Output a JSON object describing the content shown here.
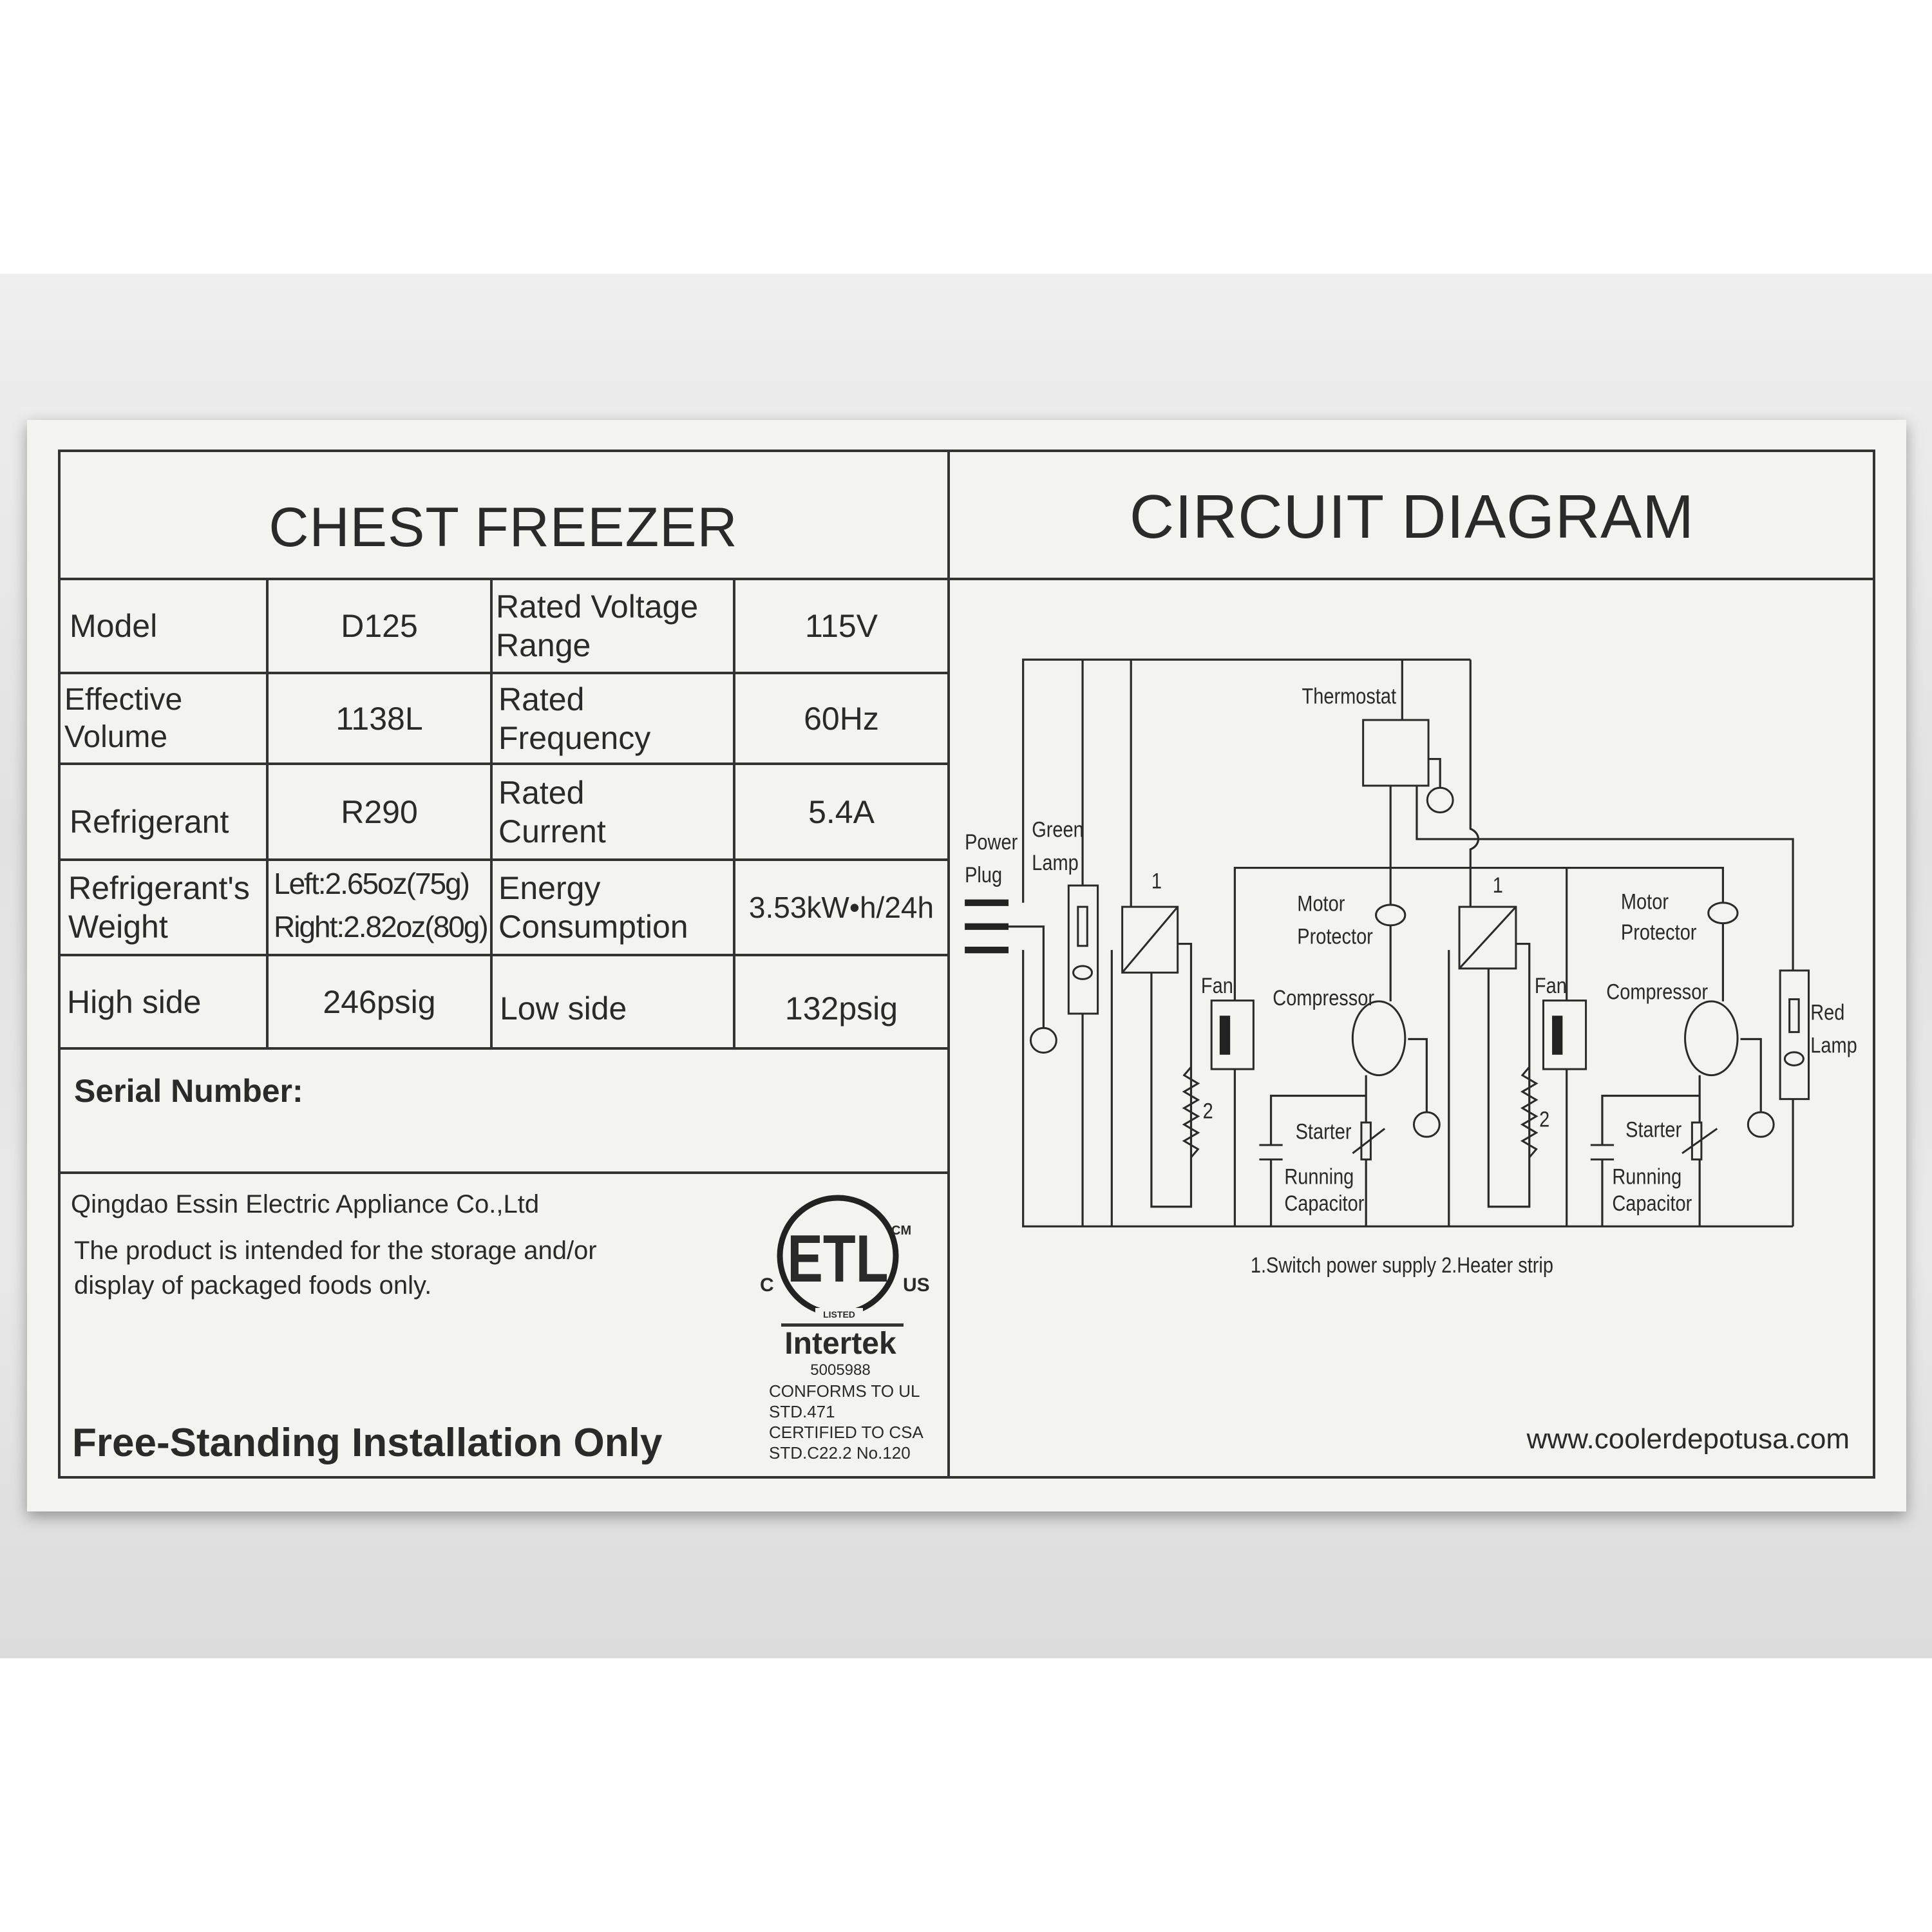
{
  "left_title": "CHEST FREEZER",
  "right_title": "CIRCUIT DIAGRAM",
  "specs": [
    {
      "label": "Model",
      "value": "D125",
      "label2": "Rated Voltage Range",
      "value2": "115V"
    },
    {
      "label": "Effective Volume",
      "value": "1138L",
      "label2": "Rated Frequency",
      "value2": "60Hz"
    },
    {
      "label": "Refrigerant",
      "value": "R290",
      "label2": "Rated Current",
      "value2": "5.4A"
    },
    {
      "label": "Refrigerant's Weight",
      "value_line1": "Left:2.65oz(75g)",
      "value_line2": "Right:2.82oz(80g)",
      "label2": "Energy Consumption",
      "value2": "3.53kW•h/24h"
    },
    {
      "label": "High side",
      "value": "246psig",
      "label2": "Low side",
      "value2": "132psig"
    }
  ],
  "serial_label": "Serial Number:",
  "serial_value": "",
  "company": "Qingdao Essin Electric Appliance Co.,Ltd",
  "notice_line1": "The product is intended for the storage and/or",
  "notice_line2": "display of packaged foods only.",
  "installation": "Free-Standing Installation Only",
  "certification": {
    "logo_text": "ETL",
    "logo_c": "C",
    "logo_us": "US",
    "logo_cm": "CM",
    "logo_listed": "LISTED",
    "brand": "Intertek",
    "number": "5005988",
    "lines": [
      "CONFORMS TO UL",
      "STD.471",
      "CERTIFIED TO CSA",
      "STD.C22.2 No.120"
    ]
  },
  "website": "www.coolerdepotusa.com",
  "diagram": {
    "thermostat": "Thermostat",
    "power": "Power",
    "plug": "Plug",
    "green": "Green",
    "lamp": "Lamp",
    "red": "Red",
    "one": "1",
    "two": "2",
    "motor": "Motor",
    "protector": "Protector",
    "fan": "Fan",
    "compressor": "Compressor",
    "starter": "Starter",
    "running": "Running",
    "capacitor": "Capacitor",
    "footnote": "1.Switch power supply 2.Heater strip"
  }
}
